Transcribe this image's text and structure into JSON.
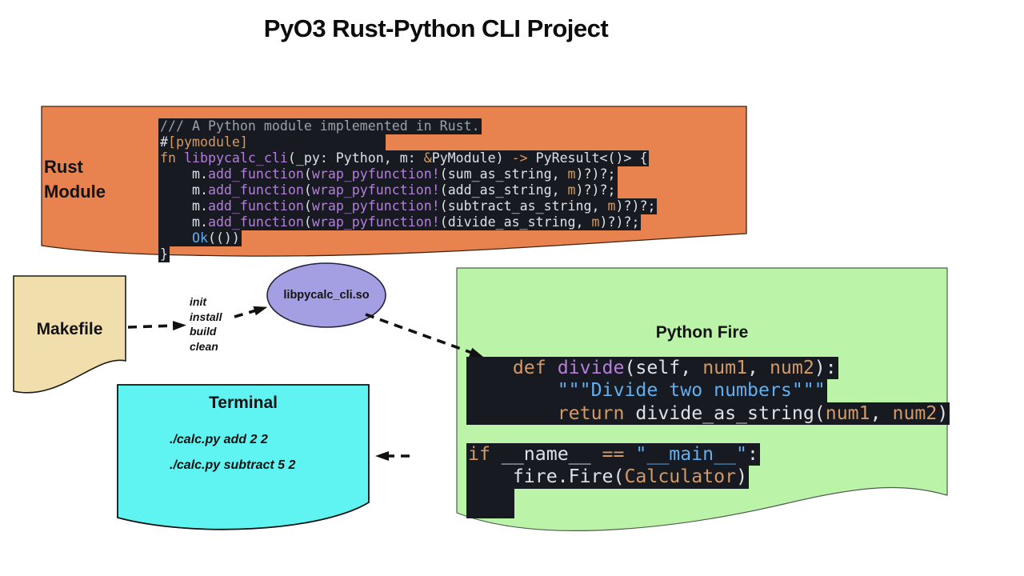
{
  "title": "PyO3 Rust-Python CLI Project",
  "colors": {
    "rust_shape": "#e8824e",
    "makefile_shape": "#f0dead",
    "terminal_shape": "#5ff4f1",
    "python_fire_shape": "#bbf4a9",
    "shared_lib_ellipse": "#a49fe3",
    "code_background": "#171a20",
    "syntax_orange": "#d19a66",
    "syntax_purple": "#b47edb",
    "syntax_blue": "#61afef",
    "syntax_comment": "#9ba1a6"
  },
  "rust_module": {
    "label": "Rust Module",
    "code": [
      [
        [
          "c",
          "/// A Python module implemented in Rust."
        ]
      ],
      [
        [
          "w",
          "#"
        ],
        [
          "o",
          "[pymodule]"
        ],
        [
          "w",
          "                 "
        ]
      ],
      [
        [
          "o",
          "fn "
        ],
        [
          "p",
          "libpycalc_cli"
        ],
        [
          "w",
          "(_py: Python, m: "
        ],
        [
          "o",
          "&"
        ],
        [
          "w",
          "PyModule) "
        ],
        [
          "o",
          "-> "
        ],
        [
          "w",
          "PyResult<()> {"
        ]
      ],
      [
        [
          "w",
          "    m."
        ],
        [
          "p",
          "add_function"
        ],
        [
          "w",
          "("
        ],
        [
          "p",
          "wrap_pyfunction!"
        ],
        [
          "w",
          "(sum_as_string,"
        ],
        [
          "o",
          " m"
        ],
        [
          "w",
          ")?)?;"
        ]
      ],
      [
        [
          "w",
          "    m."
        ],
        [
          "p",
          "add_function"
        ],
        [
          "w",
          "("
        ],
        [
          "p",
          "wrap_pyfunction!"
        ],
        [
          "w",
          "(add_as_string,"
        ],
        [
          "o",
          " m"
        ],
        [
          "w",
          ")?)?;"
        ]
      ],
      [
        [
          "w",
          "    m."
        ],
        [
          "p",
          "add_function"
        ],
        [
          "w",
          "("
        ],
        [
          "p",
          "wrap_pyfunction!"
        ],
        [
          "w",
          "(subtract_as_string,"
        ],
        [
          "o",
          " m"
        ],
        [
          "w",
          ")?)?;"
        ]
      ],
      [
        [
          "w",
          "    m."
        ],
        [
          "p",
          "add_function"
        ],
        [
          "w",
          "("
        ],
        [
          "p",
          "wrap_pyfunction!"
        ],
        [
          "w",
          "(divide_as_string,"
        ],
        [
          "o",
          " m"
        ],
        [
          "w",
          ")?)?;"
        ]
      ],
      [
        [
          "w",
          "    "
        ],
        [
          "b",
          "Ok"
        ],
        [
          "w",
          "(())"
        ]
      ],
      [
        [
          "w",
          "}"
        ]
      ]
    ]
  },
  "makefile": {
    "label": "Makefile"
  },
  "make_targets": [
    "init",
    "install",
    "build",
    "clean"
  ],
  "shared_lib": {
    "label": "libpycalc_cli.so"
  },
  "terminal": {
    "label": "Terminal",
    "commands": [
      "./calc.py add 2 2",
      "./calc.py subtract 5 2"
    ]
  },
  "python_fire": {
    "label": "Python Fire",
    "code_block_1": [
      [
        [
          "w",
          "    "
        ],
        [
          "o",
          "def "
        ],
        [
          "p",
          "divide"
        ],
        [
          "w",
          "(self, "
        ],
        [
          "o",
          "num1"
        ],
        [
          "w",
          ", "
        ],
        [
          "o",
          "num2"
        ],
        [
          "w",
          "):"
        ]
      ],
      [
        [
          "w",
          "        "
        ],
        [
          "b",
          "\"\"\"Divide two numbers\"\"\""
        ]
      ],
      [
        [
          "w",
          "        "
        ],
        [
          "o",
          "return "
        ],
        [
          "w",
          "divide_as_string("
        ],
        [
          "o",
          "num1"
        ],
        [
          "w",
          ", "
        ],
        [
          "o",
          "num2"
        ],
        [
          "w",
          ")"
        ]
      ]
    ],
    "code_block_2": [
      [
        [
          "o",
          "if "
        ],
        [
          "w",
          "__name__ "
        ],
        [
          "o",
          "== "
        ],
        [
          "b",
          "\"__main__\""
        ],
        [
          "w",
          ":"
        ]
      ],
      [
        [
          "w",
          "    fire.Fire("
        ],
        [
          "o",
          "Calculator"
        ],
        [
          "w",
          ")"
        ]
      ]
    ]
  }
}
